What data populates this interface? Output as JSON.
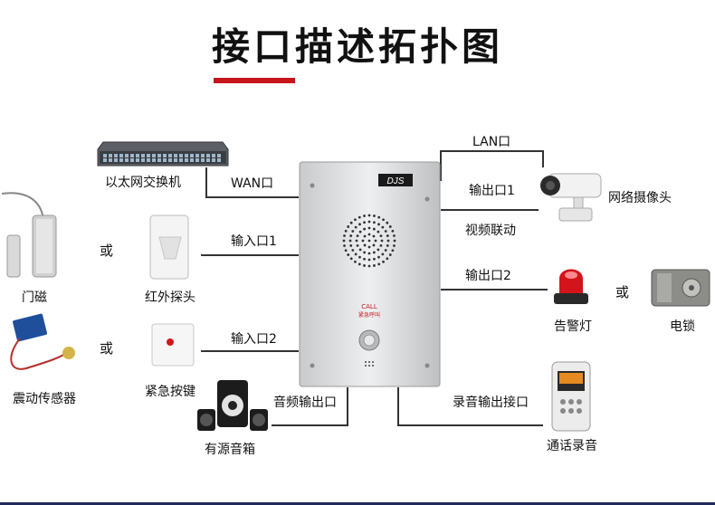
{
  "title": "接口描述拓扑图",
  "device": {
    "brand": "DJS",
    "call_label": "CALL",
    "call_sub": "紧急呼叫"
  },
  "ports": {
    "lan": "LAN口",
    "wan": "WAN口",
    "input1": "输入口1",
    "input2": "输入口2",
    "output1": "输出口1",
    "video_link": "视频联动",
    "output2": "输出口2",
    "audio_out": "音频输出口",
    "record_out": "录音输出接口"
  },
  "devices": {
    "switch": "以太网交换机",
    "camera": "网络摄像头",
    "door_sensor": "门磁",
    "pir": "红外探头",
    "alarm_light": "告警灯",
    "lock": "电锁",
    "vibration": "震动传感器",
    "emergency_button": "紧急按键",
    "speaker": "有源音箱",
    "recorder": "通话录音"
  },
  "or_text": "或",
  "colors": {
    "accent": "#c8161d",
    "line": "#333333"
  }
}
